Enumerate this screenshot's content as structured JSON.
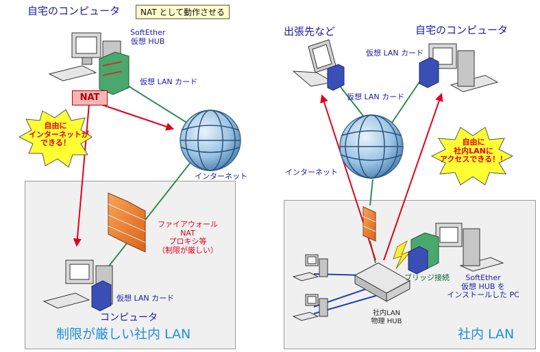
{
  "left": {
    "title": "自宅のコンピュータ",
    "mode_label": "NAT として動作させる",
    "softether_hub": [
      "SoftEther",
      "仮想 HUB"
    ],
    "virtual_lan_card_top": "仮想 LAN カード",
    "nat_badge": "NAT",
    "bubble": [
      "自由に",
      "インターネットが",
      "できる！"
    ],
    "internet": "インターネット",
    "firewall_text": [
      "ファイアウォール",
      "NAT",
      "プロキシ等",
      "（制限が厳しい）"
    ],
    "virtual_lan_card_bottom": "仮想 LAN カード",
    "computer": "コンピュータ",
    "region_label": "制限が厳しい社内 LAN"
  },
  "right": {
    "remote_label": "出張先など",
    "home_label": "自宅のコンピュータ",
    "virtual_lan_card_home": "仮想 LAN カード",
    "virtual_lan_card_remote": "仮想 LAN カード",
    "bubble": [
      "自由に",
      "社内LANに",
      "アクセスできる！！"
    ],
    "internet": "インターネット",
    "bridge": "ブリッジ接続",
    "softether_install": [
      "SoftEther",
      "仮想 HUB を",
      "インストールした PC"
    ],
    "physical_hub": [
      "社内LAN",
      "物理 HUB"
    ],
    "region_label": "社内 LAN"
  },
  "colors": {
    "text_blue": "#1a1aa6",
    "arrow_red": "#e0001a",
    "line_green": "#2e8b57",
    "line_blue": "#1f3cc4",
    "bubble_yellow": "#ffff33"
  }
}
